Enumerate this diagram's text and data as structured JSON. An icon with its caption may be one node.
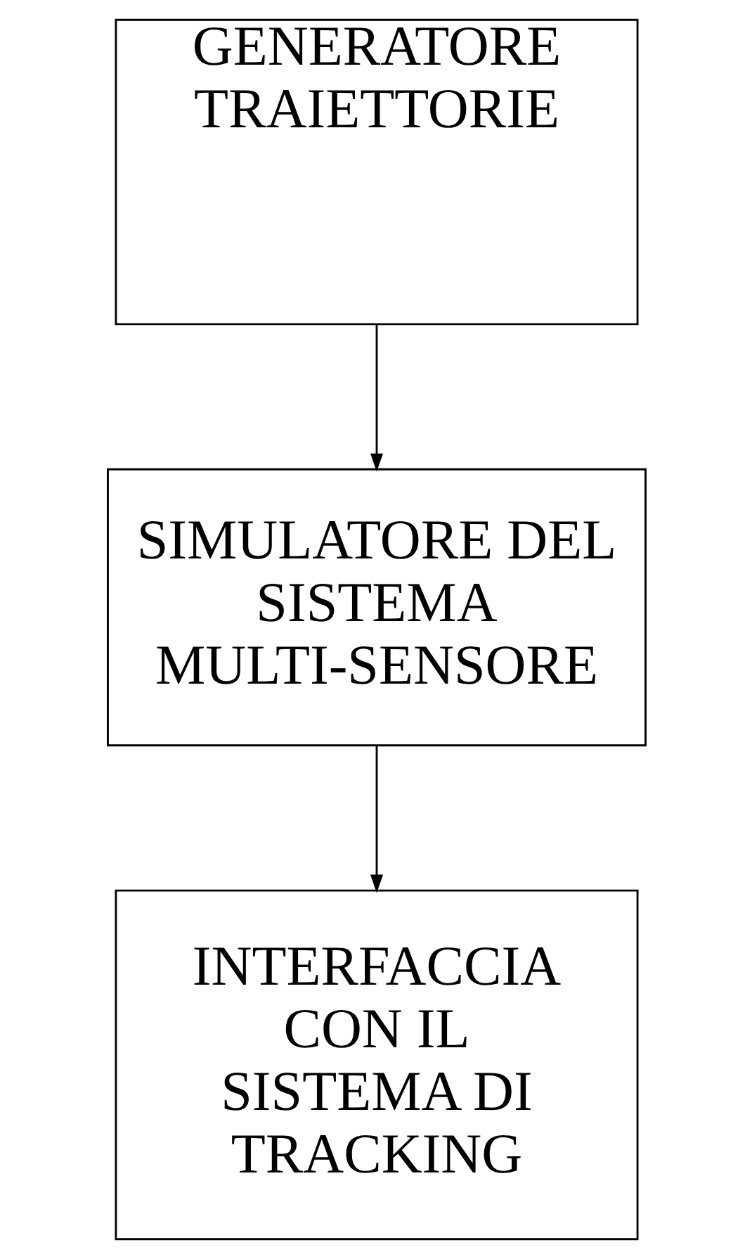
{
  "diagram": {
    "nodes": [
      {
        "text": [
          "GENERATORE TRAIETTORIE"
        ]
      },
      {
        "text": [
          "SIMULATORE DEL SISTEMA MULTI-SENSORE"
        ]
      },
      {
        "text": [
          "INTERFACCIA CON IL SISTEMA DI TRACKING"
        ]
      }
    ],
    "edges": [
      {
        "from": 0,
        "to": 1,
        "arrow": "to"
      },
      {
        "from": 1,
        "to": 2,
        "arrow": "to"
      }
    ]
  }
}
